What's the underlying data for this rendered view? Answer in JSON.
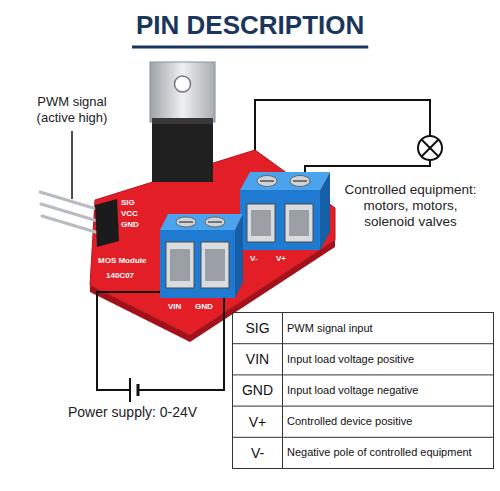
{
  "diagram": {
    "title": "PIN DESCRIPTION",
    "labels": [
      "PWM signal (active high)",
      "SIG",
      "VCC",
      "GND",
      "MOS Module",
      "140C07",
      "VIN",
      "GND",
      "V-",
      "V+",
      "Controlled equipment: motors, motors, solenoid valves",
      "Power supply: 0-24V",
      "SIG",
      "PWM signal input",
      "VIN",
      "Input load voltage positive",
      "GND",
      "Input load voltage negative",
      "V+",
      "Controlled device positive",
      "V-",
      "Negative pole of controlled equipment"
    ]
  }
}
